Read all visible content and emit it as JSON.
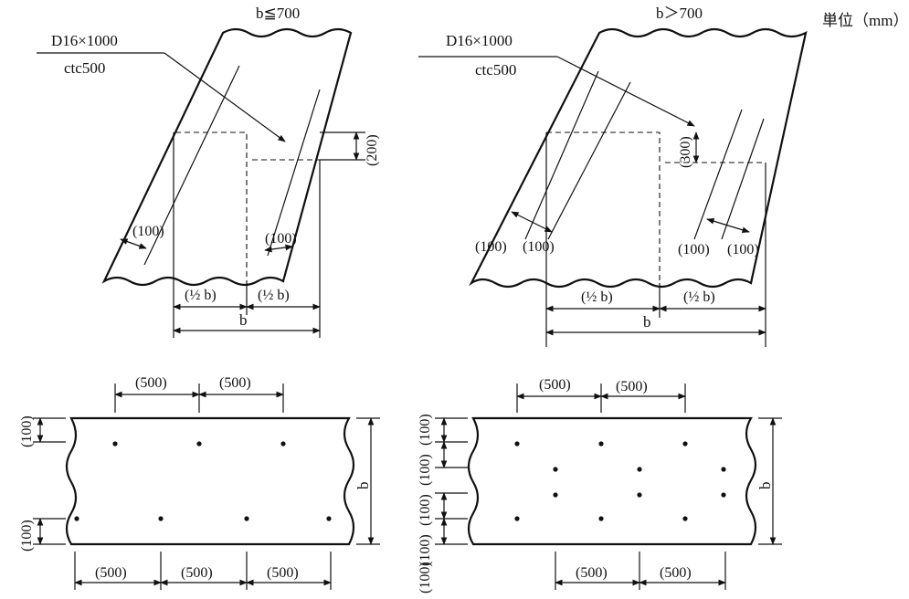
{
  "unit_label": "単位（mm）",
  "left": {
    "condition": "b≦700",
    "rebar": "D16×1000",
    "spacing": "ctc500",
    "offset_200": "(200)",
    "edge_100_a": "(100)",
    "edge_100_b": "(100)",
    "half_b_a": "(½ b)",
    "half_b_b": "(½ b)",
    "b": "b",
    "plan": {
      "top_500_a": "(500)",
      "top_500_b": "(500)",
      "bot_500_a": "(500)",
      "bot_500_b": "(500)",
      "bot_500_c": "(500)",
      "side_100_top": "(100)",
      "side_100_bot": "(100)",
      "b": "b"
    }
  },
  "right": {
    "condition": "b＞700",
    "rebar": "D16×1000",
    "spacing": "ctc500",
    "offset_300": "(300)",
    "edge_100_a": "(100)",
    "edge_100_b": "(100)",
    "edge_100_c": "(100)",
    "edge_100_d": "(100)",
    "half_b_a": "(½ b)",
    "half_b_b": "(½ b)",
    "b": "b",
    "plan": {
      "top_500_a": "(500)",
      "top_500_b": "(500)",
      "bot_500_a": "(500)",
      "bot_500_b": "(500)",
      "side_100_1": "(100)",
      "side_100_2": "(100)",
      "side_100_3": "(100)",
      "side_100_4": "(100)",
      "side_100_5": "(100)",
      "b": "b"
    }
  }
}
